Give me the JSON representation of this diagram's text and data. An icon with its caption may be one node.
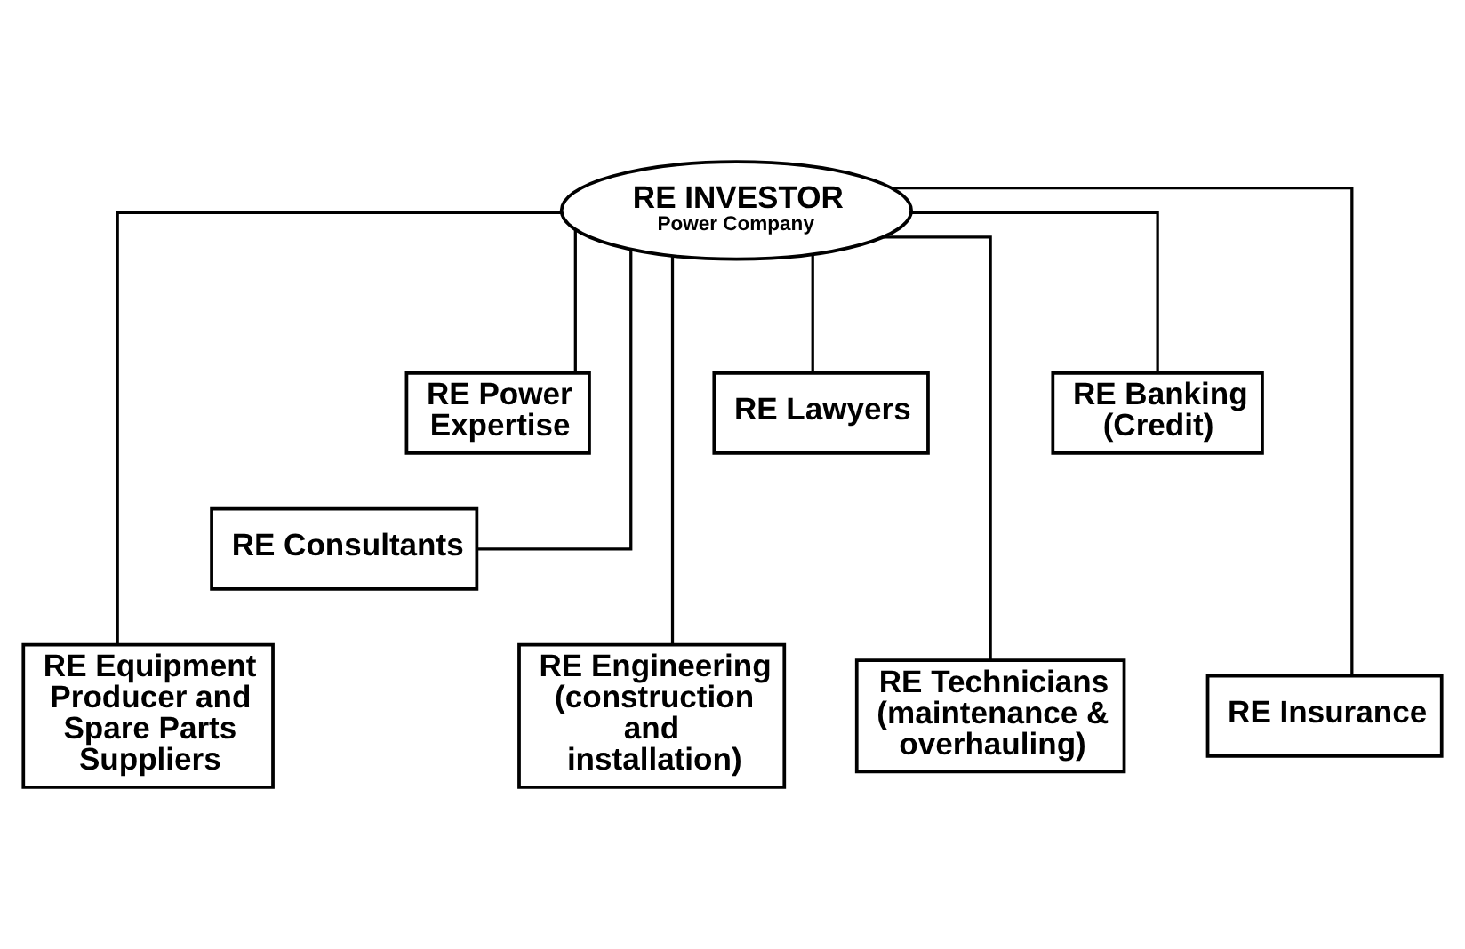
{
  "diagram": {
    "nodes": [
      {
        "text": [
          "RE INVESTOR",
          "Power Company"
        ]
      },
      {
        "text": [
          "RE Equipment Producer and Spare Parts Suppliers"
        ]
      },
      {
        "text": [
          "RE Consultants"
        ]
      },
      {
        "text": [
          "RE Power Expertise"
        ]
      },
      {
        "text": [
          "RE Engineering (construction and installation)"
        ]
      },
      {
        "text": [
          "RE Lawyers"
        ]
      },
      {
        "text": [
          "RE Technicians (maintenance & overhauling)"
        ]
      },
      {
        "text": [
          "RE Banking (Credit)"
        ]
      },
      {
        "text": [
          "RE Insurance"
        ]
      }
    ],
    "edges": [
      {
        "from": 0,
        "to": 1,
        "arrow": "none"
      },
      {
        "from": 0,
        "to": 2,
        "arrow": "none"
      },
      {
        "from": 0,
        "to": 3,
        "arrow": "none"
      },
      {
        "from": 0,
        "to": 4,
        "arrow": "none"
      },
      {
        "from": 0,
        "to": 5,
        "arrow": "none"
      },
      {
        "from": 0,
        "to": 6,
        "arrow": "none"
      },
      {
        "from": 0,
        "to": 7,
        "arrow": "none"
      },
      {
        "from": 0,
        "to": 8,
        "arrow": "none"
      }
    ]
  }
}
